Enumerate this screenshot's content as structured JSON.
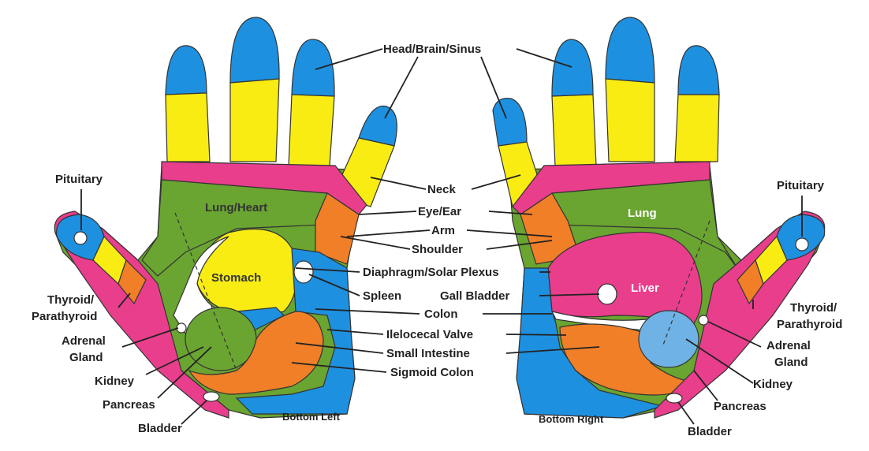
{
  "colors": {
    "blue": "#1e90e0",
    "yellow": "#f8ec13",
    "pink": "#e83e8c",
    "green": "#6aa431",
    "orange": "#f07f28",
    "light_blue": "#6fb3e6",
    "white": "#ffffff"
  },
  "labels": {
    "head_brain_sinus": "Head/Brain/Sinus",
    "neck": "Neck",
    "eye_ear": "Eye/Ear",
    "arm": "Arm",
    "shoulder": "Shoulder",
    "diaphragm": "Diaphragm/Solar Plexus",
    "spleen": "Spleen",
    "gall_bladder": "Gall Bladder",
    "colon": "Colon",
    "ileocecal": "Ilelocecal Valve",
    "small_intestine": "Small Intestine",
    "sigmoid": "Sigmoid Colon",
    "pituitary": "Pituitary",
    "thyroid_1": "Thyroid/",
    "thyroid_2": "Parathyroid",
    "adrenal_1": "Adrenal",
    "adrenal_2": "Gland",
    "kidney": "Kidney",
    "pancreas": "Pancreas",
    "bladder": "Bladder",
    "bottom_left": "Bottom Left",
    "bottom_right": "Bottom Right"
  },
  "zones": {
    "lung_heart": "Lung/Heart",
    "stomach": "Stomach",
    "lung": "Lung",
    "liver": "Liver"
  }
}
